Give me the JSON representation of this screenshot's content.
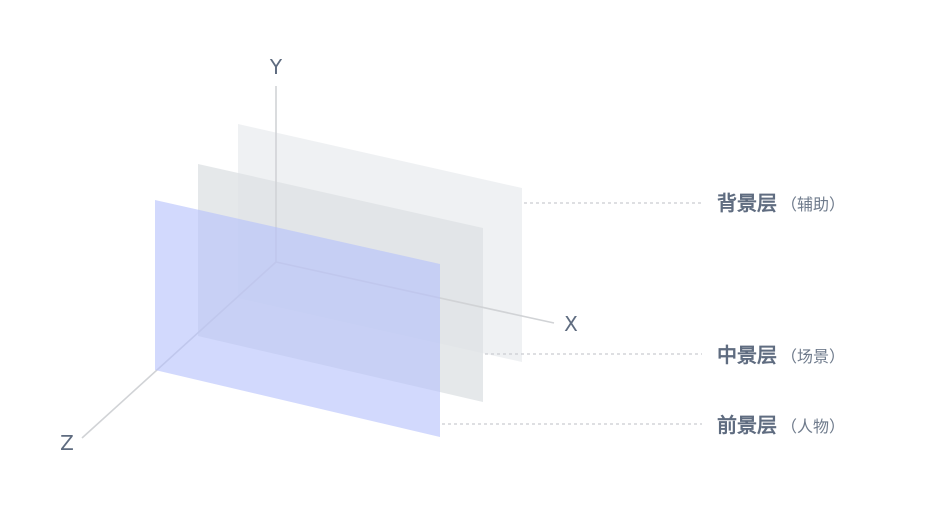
{
  "axes": {
    "x": "X",
    "y": "Y",
    "z": "Z"
  },
  "layers": {
    "background": {
      "name": "背景层",
      "note": "（辅助）"
    },
    "middle": {
      "name": "中景层",
      "note": "（场景）"
    },
    "foreground": {
      "name": "前景层",
      "note": "（人物）"
    }
  },
  "colors": {
    "background_plane": "#eef0f2",
    "middle_plane": "#dfe2e5",
    "foreground_plane": "#b4bffc",
    "axis": "#d1d3d6",
    "text": "#5f6c80"
  }
}
